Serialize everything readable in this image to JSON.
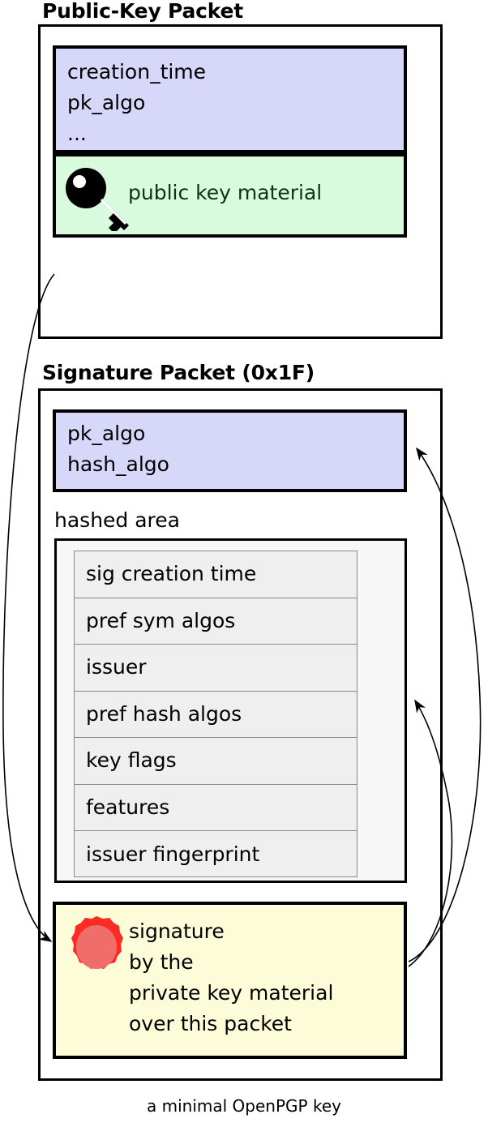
{
  "caption": "a minimal OpenPGP key",
  "public_key_packet": {
    "title": "Public-Key Packet",
    "metadata_fields": "creation_time\npk_algo\n...",
    "material": {
      "icon": "key-icon",
      "label": "public key material"
    }
  },
  "signature_packet": {
    "title": "Signature Packet (0x1F)",
    "algo_fields": "pk_algo\nhash_algo",
    "hashed_area": {
      "label": "hashed area",
      "subpackets": [
        "sig creation time",
        "pref sym algos",
        "issuer",
        "pref hash algos",
        "key flags",
        "features",
        "issuer fingerprint"
      ]
    },
    "signature": {
      "icon": "wax-seal-icon",
      "text": "signature\nby the\nprivate key material\nover this packet"
    }
  },
  "colors": {
    "metadata_fill": "#d7d7f9",
    "key_material_fill": "#d9fbdd",
    "signature_fill": "#fdfcd9",
    "hashed_area_fill": "#f7f7f7",
    "subpacket_fill": "#efefef",
    "seal_outer": "#fc2b24",
    "seal_inner": "#ef6e6a",
    "stroke": "#000000",
    "key_label_text": "#0d3312"
  }
}
